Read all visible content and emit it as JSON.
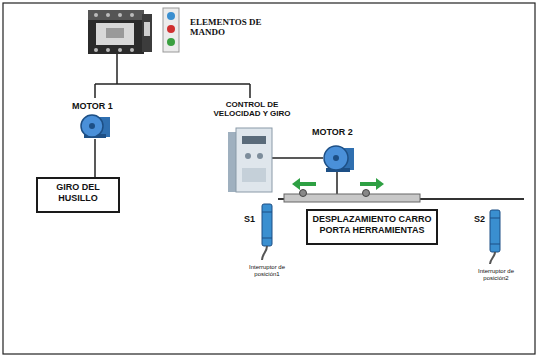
{
  "diagram": {
    "nodes": [
      {
        "text": [
          "GIRO DEL HUSILLO"
        ]
      },
      {
        "text": [
          "DESPLAZAMIENTO CARRO PORTA HERRAMIENTAS"
        ]
      }
    ],
    "labels": [
      "ELEMENTOS DE MANDO",
      "MOTOR 1",
      "CONTROL DE VELOCIDAD Y GIRO",
      "MOTOR 2",
      "S1",
      "Interruptor de posición1",
      "S2",
      "Interruptor de posición2"
    ]
  }
}
